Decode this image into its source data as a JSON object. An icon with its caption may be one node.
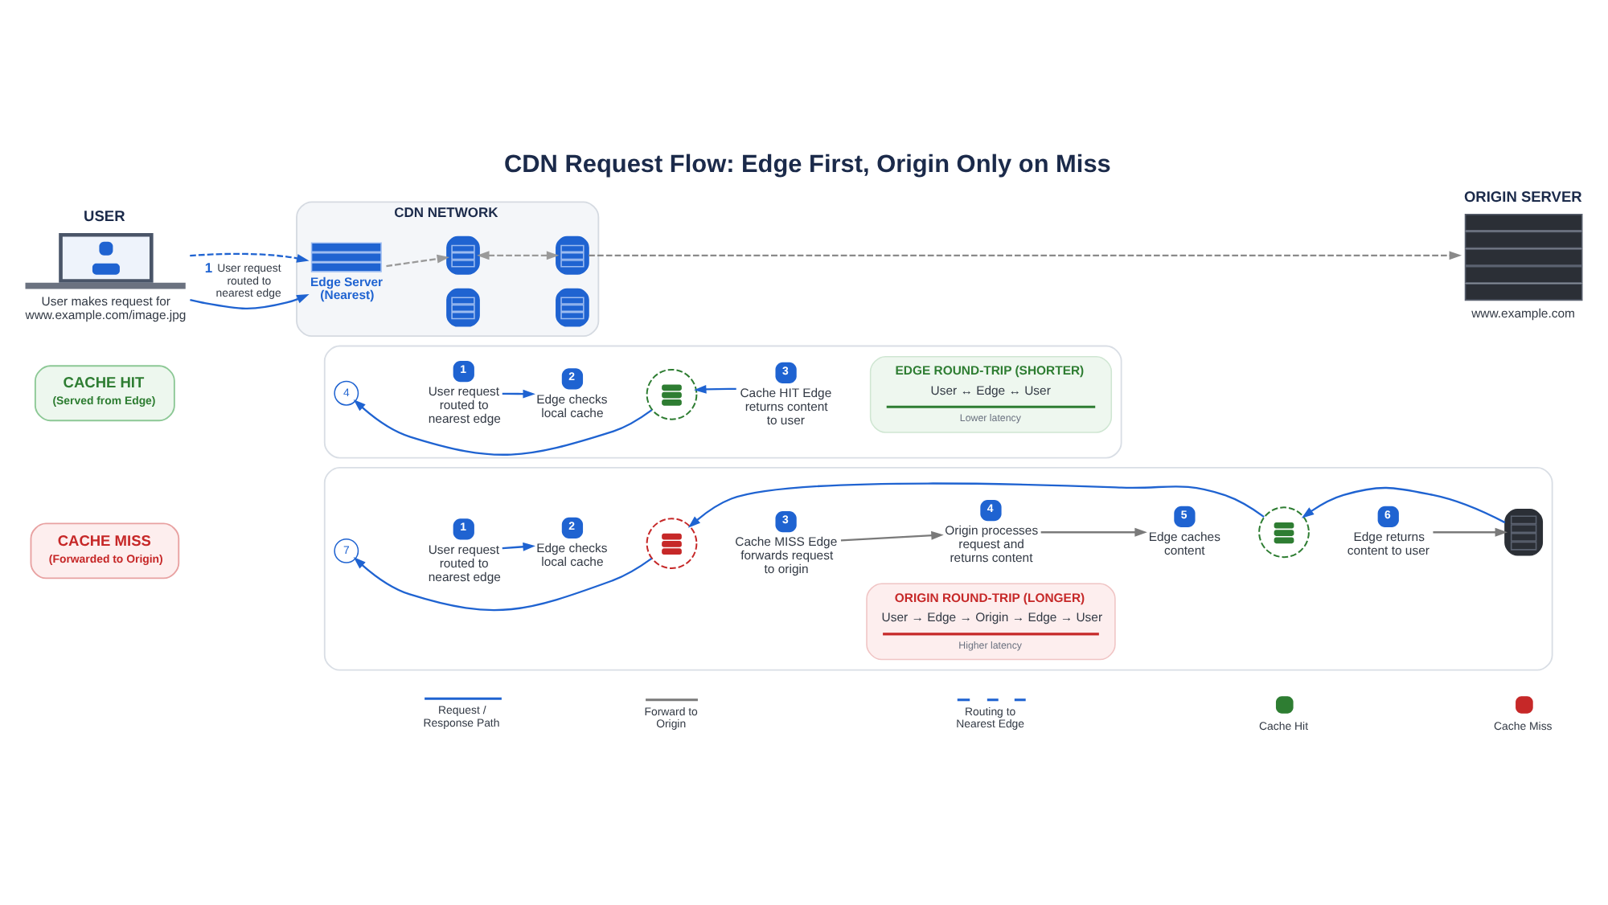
{
  "diagram": {
    "title": "CDN Request Flow: Edge First, Origin Only on Miss",
    "nodes": [
      {
        "text": [
          "USER",
          "User makes request for www.example.com/image.jpg"
        ]
      },
      {
        "text": [
          "CDN NETWORK"
        ]
      },
      {
        "text": [
          "Edge Server (Nearest)"
        ],
        "in": 1
      },
      {
        "text": [],
        "shape": "box",
        "in": 1
      },
      {
        "text": [],
        "shape": "box",
        "in": 1
      },
      {
        "text": [],
        "shape": "box",
        "in": 1
      },
      {
        "text": [],
        "shape": "box",
        "in": 1
      },
      {
        "text": [
          "ORIGIN SERVER",
          "www.example.com"
        ]
      },
      {
        "text": [
          "CACHE HIT",
          "(Served from Edge)"
        ]
      },
      {
        "text": [],
        "shape": "box"
      },
      {
        "text": [
          "1",
          "User request routed to nearest edge"
        ],
        "in": 9
      },
      {
        "text": [
          "2",
          "Edge checks local cache"
        ],
        "in": 9
      },
      {
        "text": [],
        "shape": "circle",
        "in": 9
      },
      {
        "text": [
          "3",
          "Cache HIT Edge returns content to user"
        ],
        "in": 9
      },
      {
        "text": [
          "EDGE ROUND-TRIP (SHORTER)",
          "User ↔ Edge ↔ User",
          "Lower latency"
        ],
        "in": 9
      },
      {
        "text": [
          "4"
        ],
        "in": 9
      },
      {
        "text": [
          "CACHE MISS",
          "(Forwarded to Origin)"
        ]
      },
      {
        "text": [],
        "shape": "box"
      },
      {
        "text": [
          "1",
          "User request routed to nearest edge"
        ],
        "in": 17
      },
      {
        "text": [
          "2",
          "Edge checks local cache"
        ],
        "in": 17
      },
      {
        "text": [],
        "shape": "circle",
        "in": 17
      },
      {
        "text": [
          "3",
          "Cache MISS Edge forwards request to origin"
        ],
        "in": 17
      },
      {
        "text": [
          "4",
          "Origin processes request and returns content"
        ],
        "in": 17
      },
      {
        "text": [
          "5",
          "Edge caches content"
        ],
        "in": 17
      },
      {
        "text": [],
        "shape": "circle",
        "in": 17
      },
      {
        "text": [
          "6",
          "Edge returns content to user"
        ],
        "in": 17
      },
      {
        "text": [],
        "shape": "box",
        "in": 17
      },
      {
        "text": [
          "7"
        ],
        "in": 17
      },
      {
        "text": [
          "ORIGIN ROUND-TRIP (LONGER)",
          "User → Edge → Origin → Edge → User",
          "Higher latency"
        ],
        "in": 17
      }
    ],
    "edges": [
      {
        "from": 0,
        "to": 2,
        "arrow": "to",
        "style": "dashed"
      },
      {
        "from": 0,
        "to": 2,
        "arrow": "to",
        "label": "1 User request routed to nearest edge"
      },
      {
        "from": 2,
        "to": 3,
        "arrow": "to",
        "style": "dashed",
        "color": "#9a9a9a"
      },
      {
        "from": 3,
        "to": 4,
        "arrow": "both",
        "style": "dashed",
        "color": "#9a9a9a"
      },
      {
        "from": 4,
        "to": 7,
        "arrow": "to",
        "style": "dashed",
        "color": "#8a8a8a"
      },
      {
        "from": 10,
        "to": 11,
        "arrow": "to"
      },
      {
        "from": 13,
        "to": 12,
        "arrow": "to"
      },
      {
        "from": 12,
        "to": 15,
        "arrow": "to"
      },
      {
        "from": 18,
        "to": 19,
        "arrow": "to"
      },
      {
        "from": 21,
        "to": 22,
        "arrow": "to",
        "color": "#7a7a7a"
      },
      {
        "from": 22,
        "to": 23,
        "arrow": "to",
        "color": "#7a7a7a"
      },
      {
        "from": 25,
        "to": 26,
        "arrow": "to",
        "color": "#7a7a7a"
      },
      {
        "from": 26,
        "to": 24,
        "arrow": "to"
      },
      {
        "from": 24,
        "to": 20,
        "arrow": "to"
      },
      {
        "from": 20,
        "to": 27,
        "arrow": "to"
      }
    ],
    "legend": [
      {
        "text": "Request / Response Path"
      },
      {
        "text": "Forward to Origin"
      },
      {
        "text": "Routing to Nearest Edge"
      },
      {
        "text": "Cache Hit"
      },
      {
        "text": "Cache Miss"
      }
    ]
  }
}
